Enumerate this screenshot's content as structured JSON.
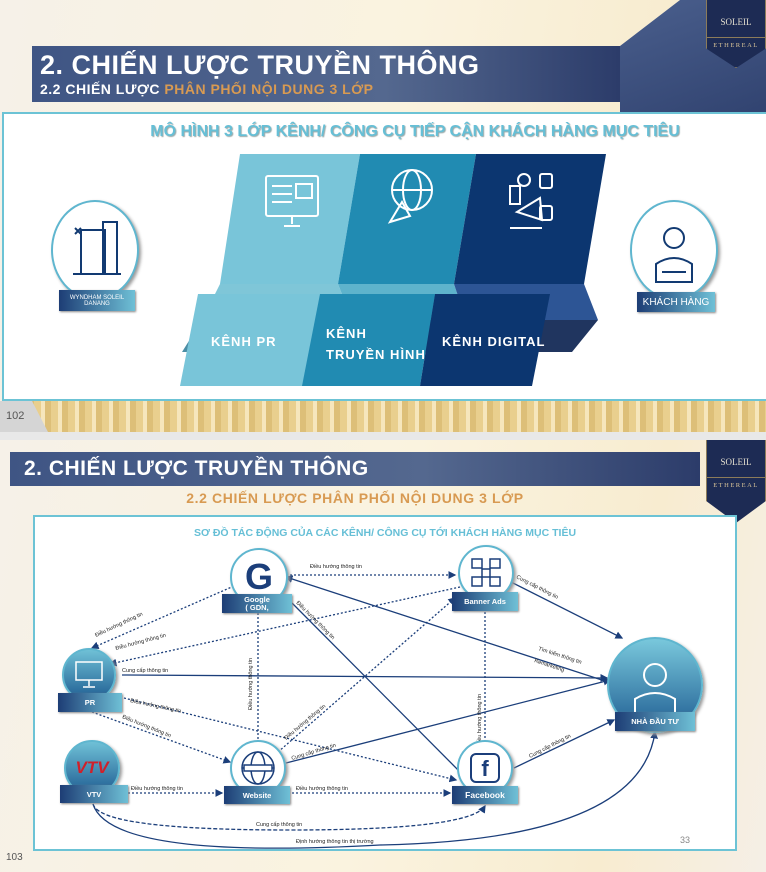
{
  "slide1": {
    "title": "2. CHIẾN LƯỢC TRUYỀN THÔNG",
    "subtitle_prefix": "2.2 CHIẾN LƯỢC",
    "subtitle_accent": "PHÂN PHỐI NỘI DUNG 3 LỚP",
    "logo": {
      "name": "SOLEIL",
      "tagline": "ETHEREAL"
    },
    "panel_title": "MÔ HÌNH 3 LỚP KÊNH/ CÔNG CỤ TIẾP CẬN KHÁCH HÀNG MỤC TIÊU",
    "source": {
      "label_line1": "WYNDHAM SOLEIL",
      "label_line2": "DANANG"
    },
    "target": {
      "label": "KHÁCH HÀNG"
    },
    "channels": [
      {
        "line1": "KÊNH PR",
        "line2": "",
        "icon": "monitor-ad-icon"
      },
      {
        "line1": "KÊNH",
        "line2": "TRUYỀN HÌNH",
        "icon": "globe-megaphone-icon"
      },
      {
        "line1": "KÊNH DIGITAL",
        "line2": "",
        "icon": "social-media-icon"
      }
    ],
    "page_number": "102"
  },
  "slide2": {
    "title": "2. CHIẾN LƯỢC TRUYỀN THÔNG",
    "subtitle": "2.2 CHIẾN LƯỢC PHÂN PHỐI NỘI DUNG 3 LỚP",
    "logo": {
      "name": "SOLEIL",
      "tagline": "ETHEREAL"
    },
    "panel_title": "SƠ ĐỒ TÁC ĐỘNG CỦA CÁC KÊNH/ CÔNG CỤ TỚI KHÁCH HÀNG MỤC TIÊU",
    "nodes": {
      "google": "Google",
      "google2": "( GDN,",
      "banner": "Banner Ads",
      "pr": "PR",
      "vtv": "VTV",
      "website": "Website",
      "facebook": "Facebook",
      "investor": "NHÀ ĐẦU TƯ"
    },
    "edge_labels": {
      "google_banner": "Điều hướng thông tin",
      "banner_investor": "Cung cấp thông tin",
      "google_pr": "Điều hướng thông tin",
      "banner_pr": "Điều hướng thông tin",
      "google_facebook": "Điều hướng thông tin",
      "google_website": "Điều hướng thông tin",
      "banner_facebook": "Điều hướng thông tin",
      "investor_google_1": "Tìm kiếm thông tin",
      "investor_google_2": "Remarketing",
      "pr_investor": "Cung cấp thông tin",
      "pr_facebook": "Điều hướng thông tin",
      "pr_website": "Điều hướng thông tin",
      "website_banner": "Điều hướng thông tin",
      "website_investor": "Cung cấp thông tin",
      "facebook_investor": "Cung cấp thông tin",
      "vtv_website": "Điều hướng thông tin",
      "website_facebook": "Điều hướng thông tin",
      "vtv_facebook": "Cung cấp thông tin",
      "vtv_investor": "Định hướng thông tin thị trường"
    },
    "slide_number": "33",
    "page_number": "103"
  }
}
